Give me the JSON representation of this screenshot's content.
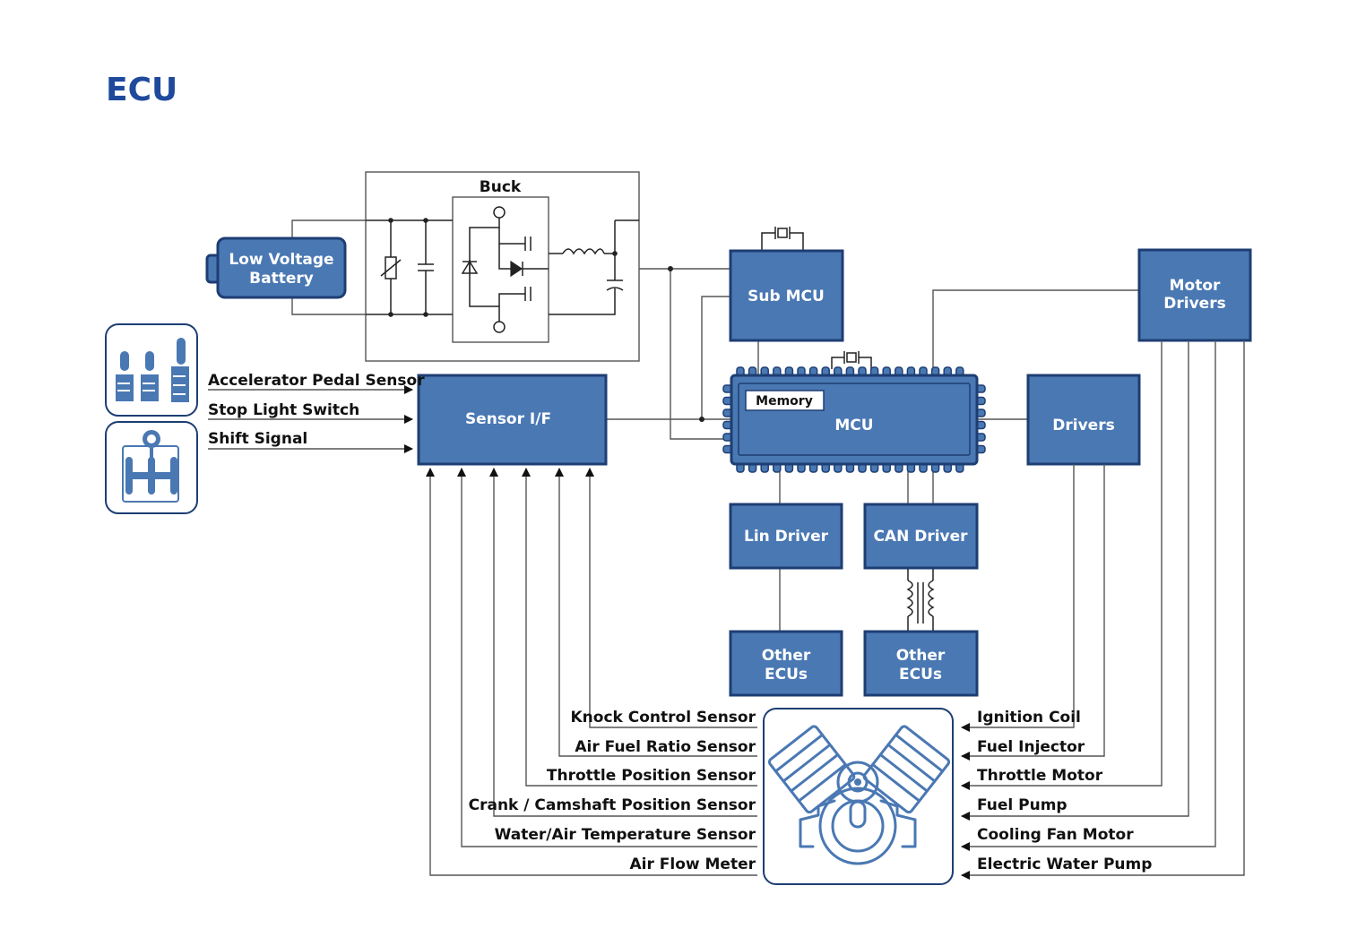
{
  "title": "ECU",
  "colors": {
    "title": "#1f4a9c",
    "block_fill": "#4a78b3",
    "block_stroke": "#1d3e73",
    "wire": "#555555"
  },
  "blocks": {
    "battery": {
      "line1": "Low Voltage",
      "line2": "Battery"
    },
    "buck": "Buck",
    "sub_mcu": "Sub MCU",
    "motor_drivers": {
      "line1": "Motor",
      "line2": "Drivers"
    },
    "sensor_if": "Sensor I/F",
    "memory": "Memory",
    "mcu": "MCU",
    "drivers": "Drivers",
    "lin_driver": "Lin Driver",
    "can_driver": "CAN Driver",
    "other_ecus_lin": {
      "line1": "Other",
      "line2": "ECUs"
    },
    "other_ecus_can": {
      "line1": "Other",
      "line2": "ECUs"
    }
  },
  "driver_inputs": [
    "Accelerator Pedal Sensor",
    "Stop Light Switch",
    "Shift Signal"
  ],
  "engine_sensors": [
    "Knock Control Sensor",
    "Air Fuel Ratio Sensor",
    "Throttle Position Sensor",
    "Crank / Camshaft Position Sensor",
    "Water/Air Temperature Sensor",
    "Air Flow Meter"
  ],
  "engine_actuators": [
    "Ignition Coil",
    "Fuel Injector",
    "Throttle Motor",
    "Fuel Pump",
    "Cooling Fan Motor",
    "Electric Water Pump"
  ],
  "icons": [
    "pedals-icon",
    "gear-shifter-icon",
    "engine-icon",
    "crystal-oscillator-icon",
    "transformer-icon"
  ]
}
